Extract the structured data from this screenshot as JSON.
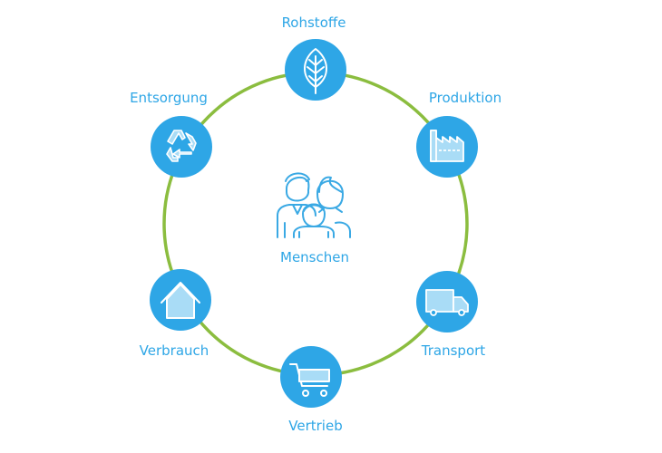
{
  "colors": {
    "ring": "#8bbd3f",
    "node_fill": "#2ea6e6",
    "label": "#2ea6e6",
    "icon_stroke": "#ffffff",
    "icon_fill_light": "#a9dcf6",
    "center_icon": "#3aa9e4"
  },
  "center": {
    "label": "Menschen",
    "icon": "family-icon"
  },
  "stages": [
    {
      "id": "rohstoffe",
      "label": "Rohstoffe",
      "icon": "leaf-icon"
    },
    {
      "id": "produktion",
      "label": "Produktion",
      "icon": "factory-icon"
    },
    {
      "id": "transport",
      "label": "Transport",
      "icon": "truck-icon"
    },
    {
      "id": "vertrieb",
      "label": "Vertrieb",
      "icon": "shopping-cart-icon"
    },
    {
      "id": "verbrauch",
      "label": "Verbrauch",
      "icon": "house-icon"
    },
    {
      "id": "entsorgung",
      "label": "Entsorgung",
      "icon": "recycle-icon"
    }
  ]
}
